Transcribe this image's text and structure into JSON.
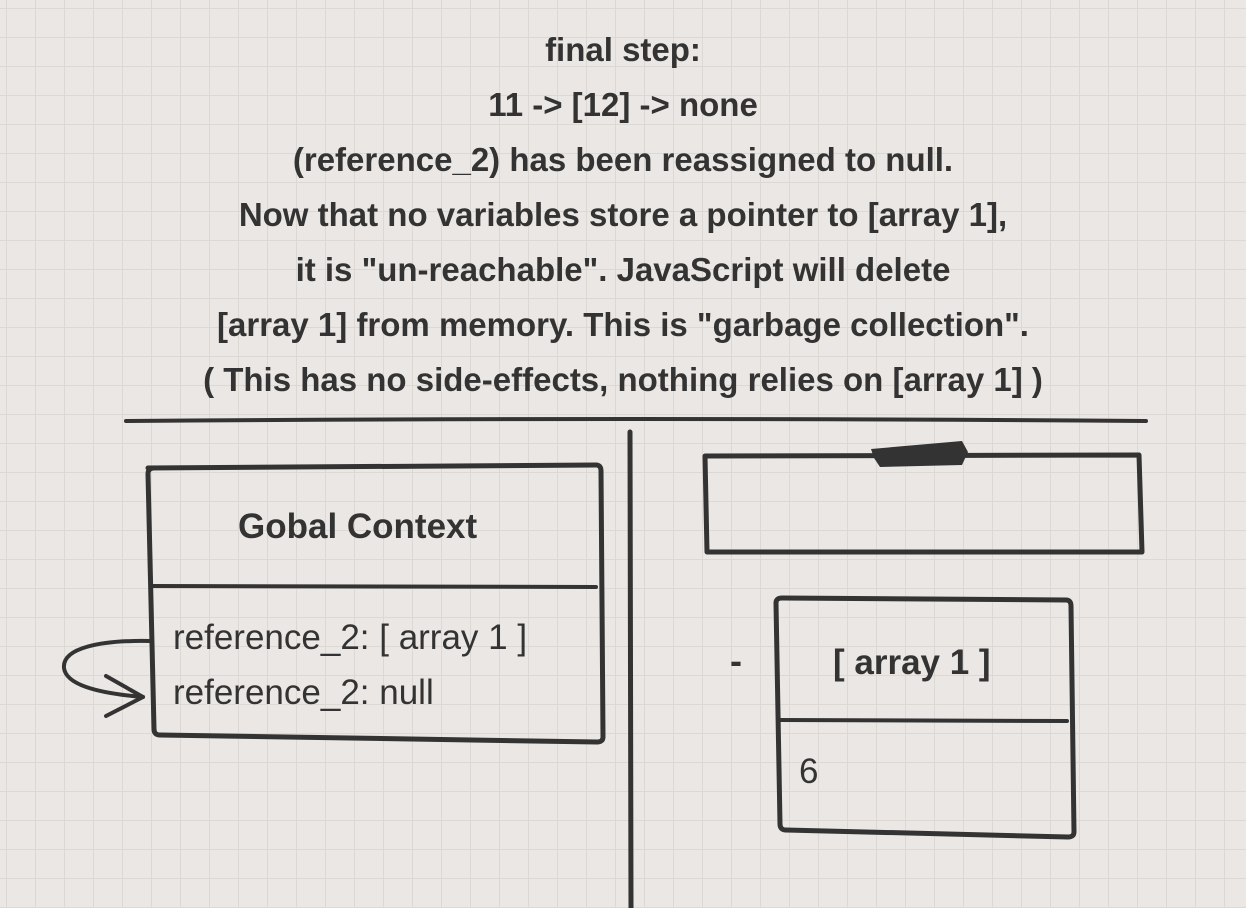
{
  "caption": {
    "lines": [
      "final step:",
      "11 -> [12] -> none",
      "(reference_2) has been reassigned to null.",
      "Now that no variables store a pointer to [array 1],",
      "it is \"un-reachable\". JavaScript will delete",
      "[array 1] from memory. This is \"garbage collection\".",
      "( This has no side-effects, nothing relies on [array 1] )"
    ]
  },
  "global_context": {
    "title": "Gobal Context",
    "entries": [
      "reference_2: [ array 1 ]",
      "reference_2: null"
    ]
  },
  "heap": {
    "marker": "-",
    "array_box": {
      "title": "[ array 1 ]",
      "value": "6"
    }
  },
  "colors": {
    "background": "#ebe7e4",
    "grid": "#dcd8d4",
    "ink": "#333333"
  }
}
